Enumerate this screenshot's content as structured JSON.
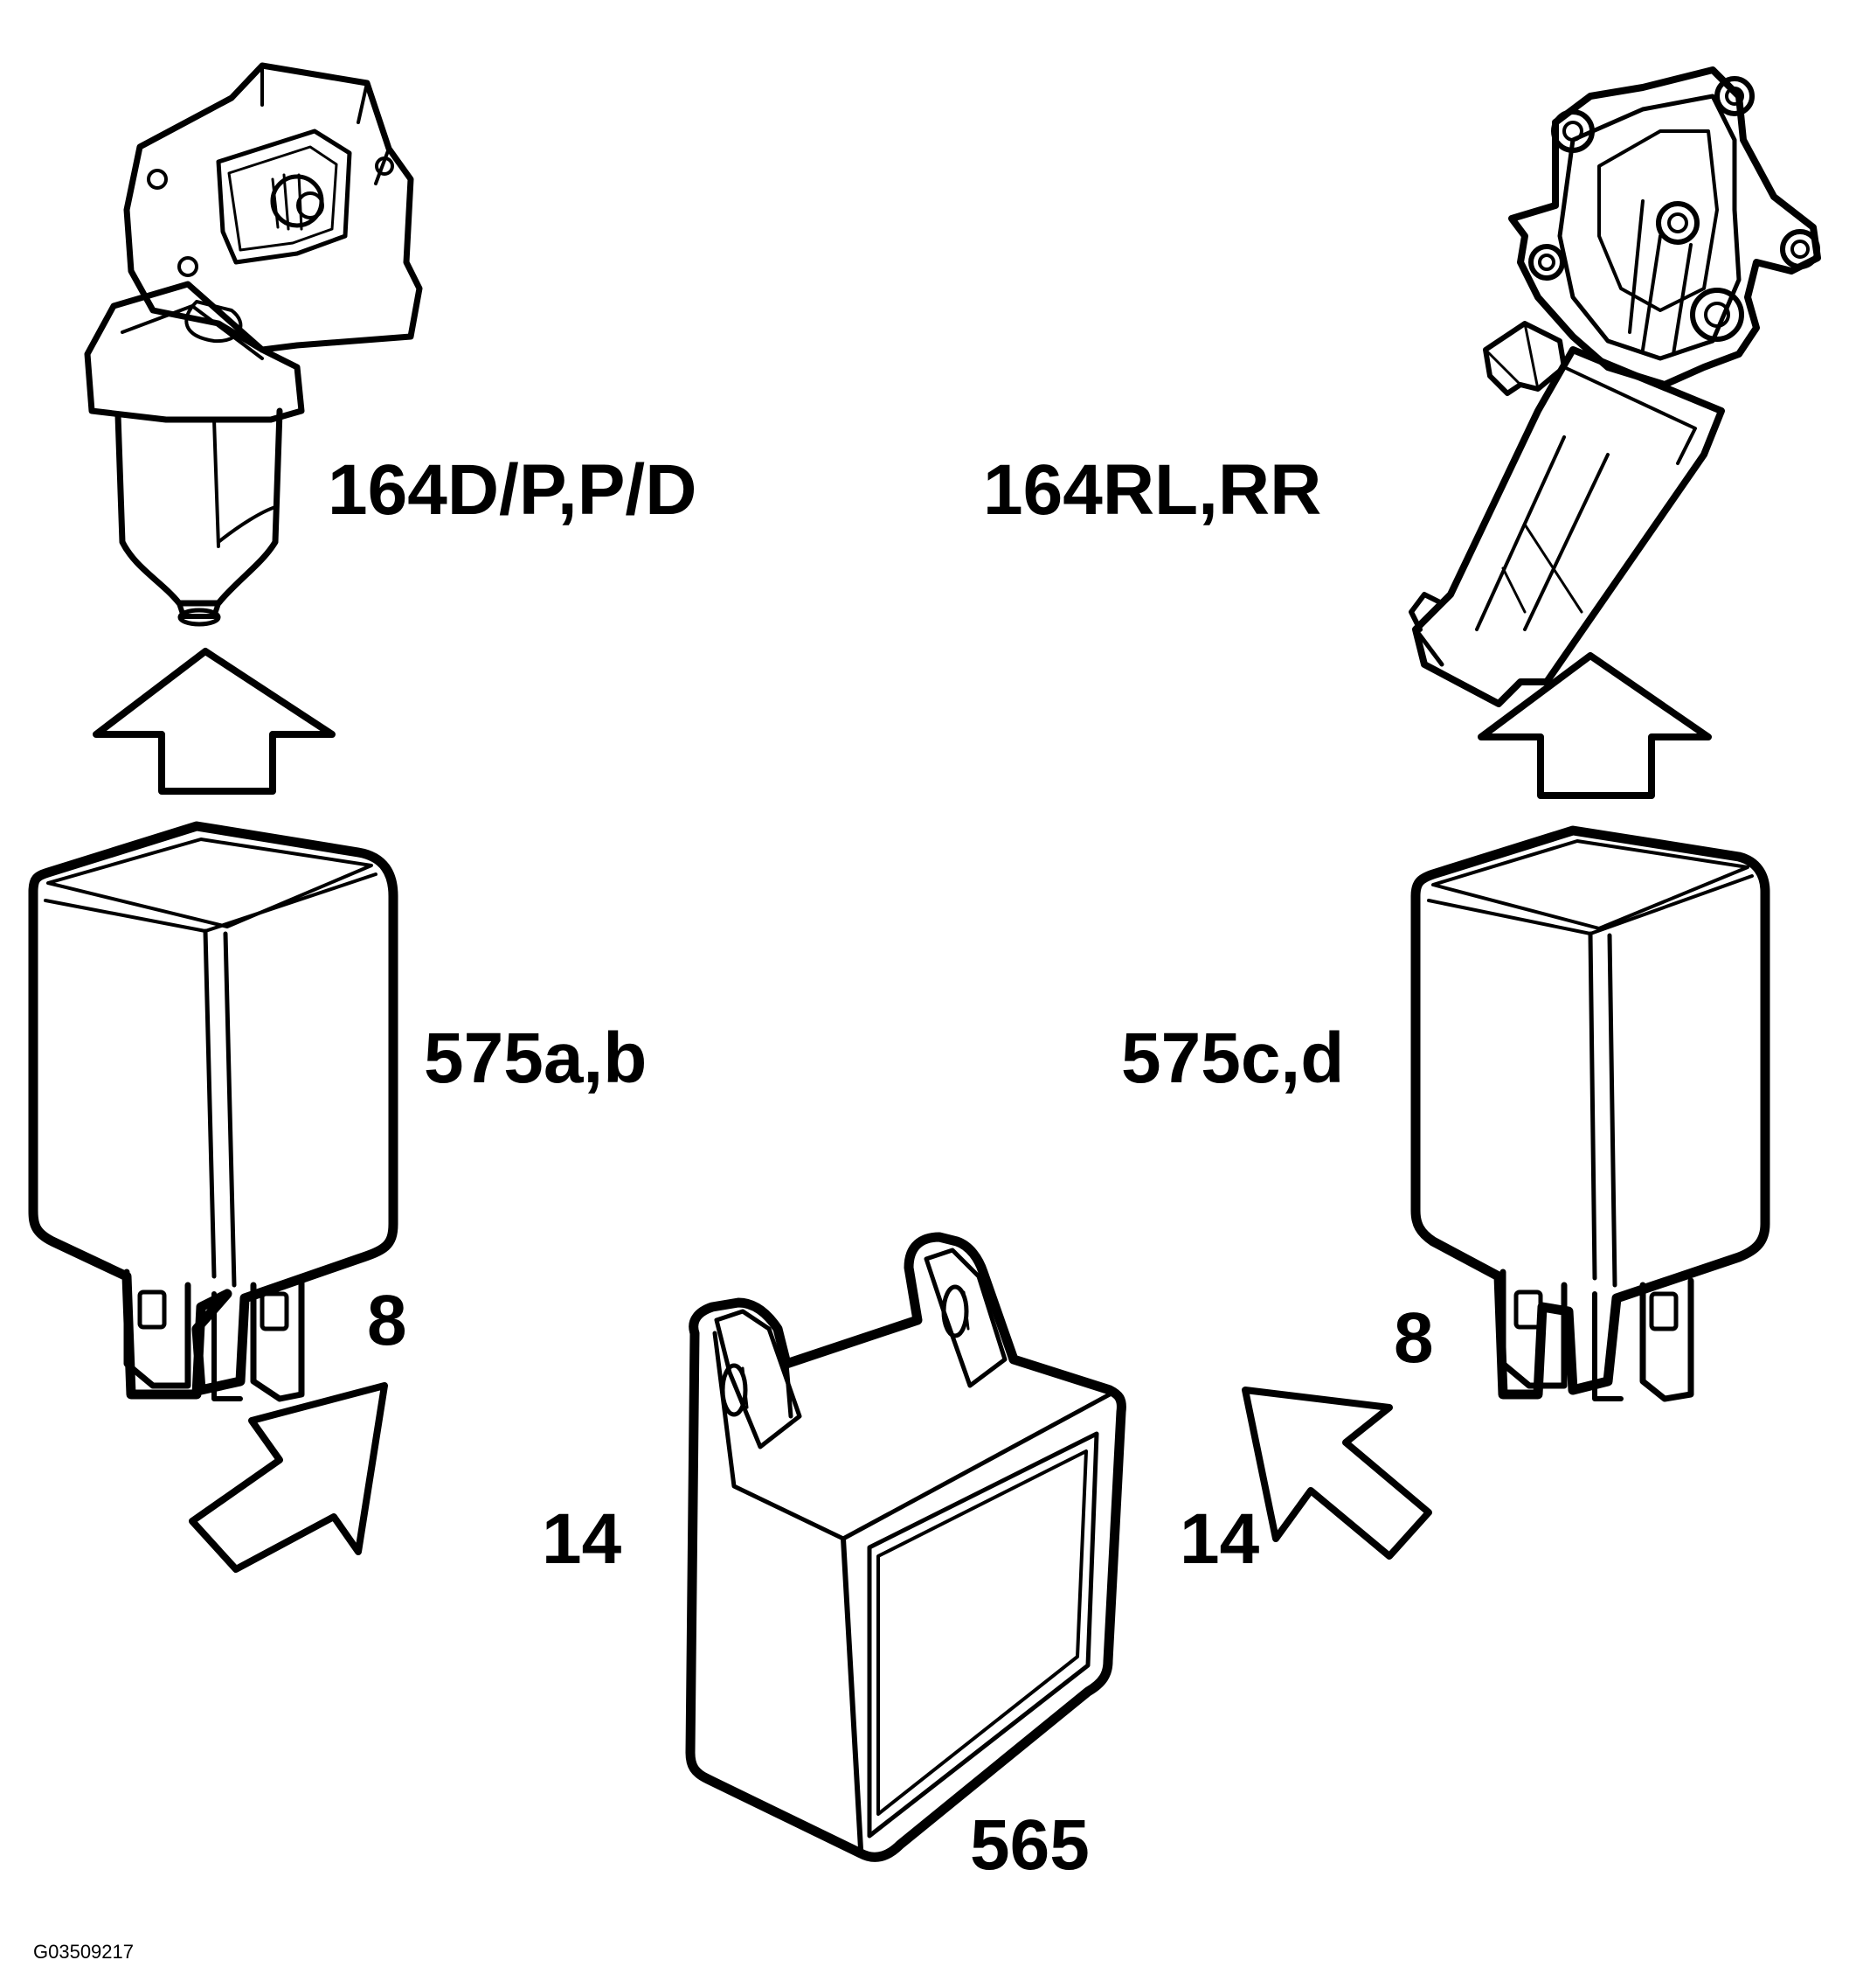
{
  "labels": {
    "motor_front": "164D/P,P/D",
    "motor_rear": "164RL,RR",
    "relay_left": "575a,b",
    "relay_right": "575c,d",
    "pin_count_left": "8",
    "pin_count_right": "8",
    "arrow_value_left": "14",
    "arrow_value_right": "14",
    "control_module": "565"
  },
  "figure_id": "G03509217",
  "colors": {
    "ink": "#000000",
    "paper": "#ffffff"
  },
  "icons": [
    "window-motor-front-icon",
    "window-motor-rear-icon",
    "relay-left-icon",
    "relay-right-icon",
    "control-module-icon",
    "arrow-up-icon",
    "arrow-diagonal-icon"
  ]
}
